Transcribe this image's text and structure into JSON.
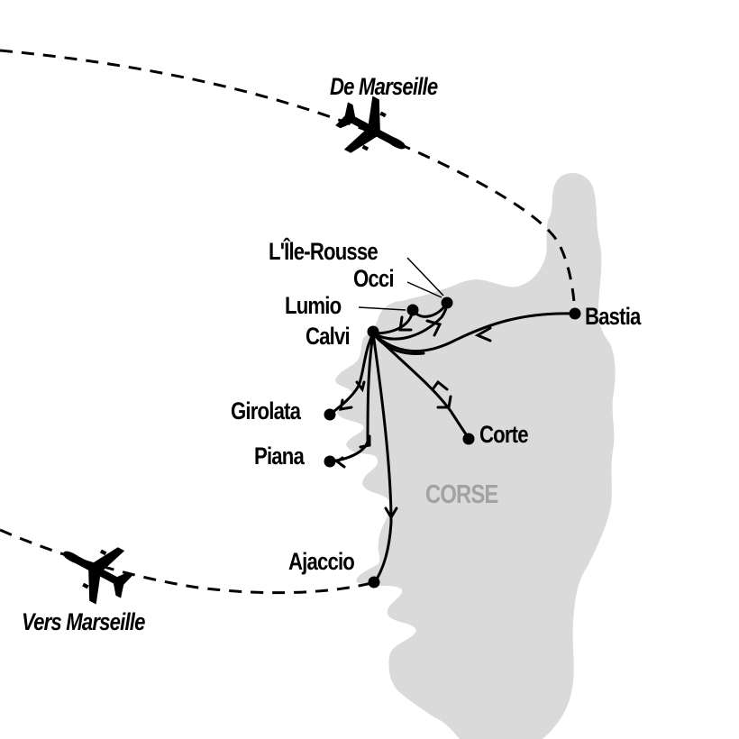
{
  "map": {
    "region_label": "CORSE",
    "colors": {
      "background": "#ffffff",
      "island": "#dadada",
      "route": "#000000",
      "region_label": "#a2a2a2"
    }
  },
  "flights": {
    "inbound": {
      "label": "De Marseille",
      "icon": "airplane-icon"
    },
    "outbound": {
      "label": "Vers Marseille",
      "icon": "airplane-icon"
    }
  },
  "cities": [
    {
      "name": "L'Île-Rousse"
    },
    {
      "name": "Occi"
    },
    {
      "name": "Lumio"
    },
    {
      "name": "Calvi"
    },
    {
      "name": "Bastia"
    },
    {
      "name": "Girolata"
    },
    {
      "name": "Piana"
    },
    {
      "name": "Corte"
    },
    {
      "name": "Ajaccio"
    }
  ]
}
